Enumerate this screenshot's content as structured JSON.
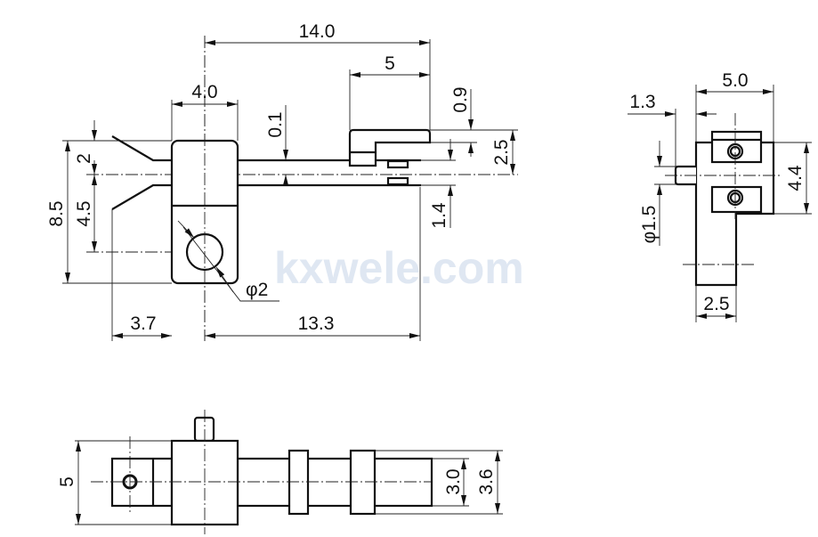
{
  "watermark": "kxwele.com",
  "front_view": {
    "dims": {
      "overall_length": "14.0",
      "actuator_length": "5",
      "body_width": "4.0",
      "gap": "0.1",
      "actuator_step": "0.9",
      "actuator_height": "2.5",
      "upper_offset": "2",
      "total_height": "8.5",
      "lower_offset": "4.5",
      "contact_gap": "1.4",
      "hole_diameter": "φ2",
      "lead_offset": "3.7",
      "leaf_length": "13.3"
    }
  },
  "side_view": {
    "dims": {
      "width": "5.0",
      "pin_length": "1.3",
      "pin_diameter": "φ1.5",
      "height": "4.4",
      "leg_width": "2.5"
    }
  },
  "bottom_view": {
    "dims": {
      "body_height": "5",
      "shaft_diameter": "3.0",
      "ring_diameter": "3.6"
    }
  }
}
